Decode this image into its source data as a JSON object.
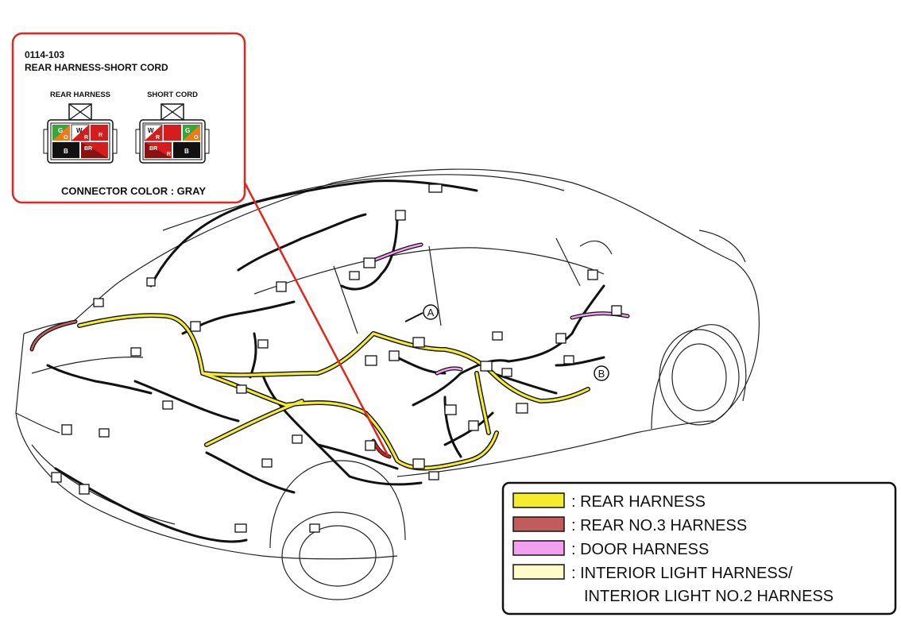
{
  "connector_callout": {
    "code": "0114-103",
    "title": "REAR HARNESS-SHORT CORD",
    "left_connector": {
      "label": "REAR HARNESS",
      "pins": [
        "G",
        "O",
        "W",
        "R",
        "B",
        "BR",
        "R"
      ]
    },
    "right_connector": {
      "label": "SHORT CORD",
      "pins": [
        "W",
        "R",
        "G",
        "O",
        "BR",
        "R",
        "B"
      ]
    },
    "connector_color": "CONNECTOR COLOR : GRAY"
  },
  "markers": {
    "a": "A",
    "b": "B"
  },
  "legend": {
    "items": [
      {
        "label": ": REAR HARNESS",
        "color": "#f4ec2e"
      },
      {
        "label": ": REAR NO.3 HARNESS",
        "color": "#c25b5b"
      },
      {
        "label": ": DOOR HARNESS",
        "color": "#f4a0f0"
      },
      {
        "label": ": INTERIOR LIGHT HARNESS/",
        "color": "#fffcc8"
      }
    ],
    "continuation": "INTERIOR LIGHT NO.2 HARNESS"
  },
  "colors": {
    "callout_border": "#e0261f",
    "pin_green": "#3aa43a",
    "pin_orange": "#ee7a18",
    "pin_red": "#d51d1d",
    "pin_black": "#111111",
    "pin_white": "#ffffff"
  }
}
